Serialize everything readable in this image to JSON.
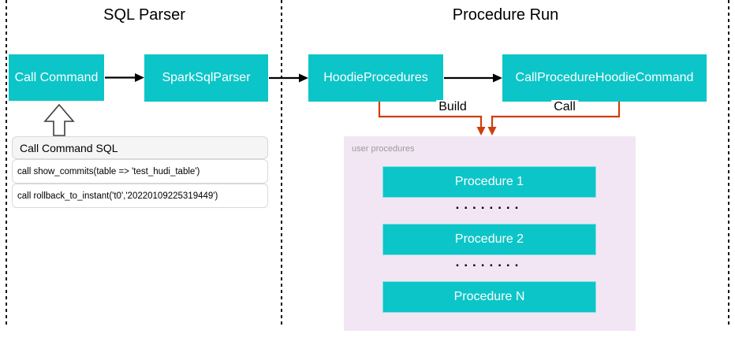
{
  "colors": {
    "teal": "#0cc5c8",
    "lavender": "#f2e6f4",
    "connector_red": "#cf3e0c",
    "dash_black": "#141414",
    "table_header_bg": "#f5f5f5",
    "table_border": "#d9d9d9"
  },
  "sections": {
    "sql_parser": {
      "title": "SQL Parser"
    },
    "procedure_run": {
      "title": "Procedure Run"
    }
  },
  "nodes": {
    "call_command": "Call Command",
    "spark_sql_parser": "SparkSqlParser",
    "hoodie_procedures": "HoodieProcedures",
    "call_procedure_hoodie_command": "CallProcedureHoodieCommand"
  },
  "edges": {
    "build_label": "Build",
    "call_label": "Call"
  },
  "sql_table": {
    "header": "Call Command SQL",
    "rows": [
      "call show_commits(table => 'test_hudi_table')",
      "call rollback_to_instant('t0','20220109225319449')"
    ]
  },
  "user_procedures": {
    "label": "user procedures",
    "items": [
      "Procedure 1",
      "Procedure 2",
      "Procedure N"
    ],
    "ellipsis": "........"
  }
}
